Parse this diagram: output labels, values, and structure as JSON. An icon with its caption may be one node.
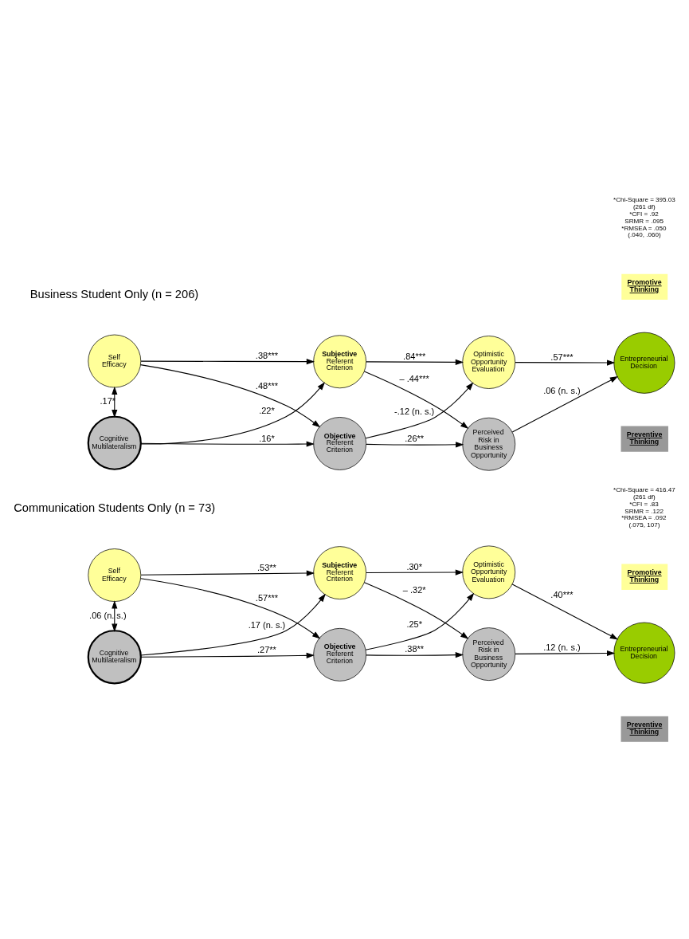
{
  "diagram": {
    "nodes": [
      {
        "text": [
          "Self Efficacy"
        ]
      },
      {
        "text": [
          "Cognitive Multilateralism"
        ]
      },
      {
        "text": [
          "Subjective",
          "Referent Criterion"
        ]
      },
      {
        "text": [
          "Objective",
          "Referent Criterion"
        ]
      },
      {
        "text": [
          "Optimistic Opportunity Evaluation"
        ]
      },
      {
        "text": [
          "Perceived Risk in Business Opportunity"
        ]
      },
      {
        "text": [
          "Entrepreneurial Decision"
        ]
      },
      {
        "text": [
          "Self Efficacy"
        ]
      },
      {
        "text": [
          "Cognitive Multilateralism"
        ]
      },
      {
        "text": [
          "Subjective",
          "Referent Criterion"
        ]
      },
      {
        "text": [
          "Objective",
          "Referent Criterion"
        ]
      },
      {
        "text": [
          "Optimistic Opportunity Evaluation"
        ]
      },
      {
        "text": [
          "Perceived Risk in Business Opportunity"
        ]
      },
      {
        "text": [
          "Entrepreneurial Decision"
        ]
      }
    ],
    "edges": [
      {
        "from": 0,
        "to": 2,
        "arrow": "to",
        "label": ".38***"
      },
      {
        "from": 0,
        "to": 3,
        "arrow": "to",
        "label": ".48***"
      },
      {
        "from": 0,
        "to": 1,
        "arrow": "both",
        "label": ".17*"
      },
      {
        "from": 1,
        "to": 2,
        "arrow": "to",
        "label": ".22*"
      },
      {
        "from": 1,
        "to": 3,
        "arrow": "to",
        "label": ".16*"
      },
      {
        "from": 2,
        "to": 4,
        "arrow": "to",
        "label": ".84***"
      },
      {
        "from": 2,
        "to": 5,
        "arrow": "to",
        "label": "– .44***"
      },
      {
        "from": 3,
        "to": 4,
        "arrow": "to",
        "label": "-.12 (n. s.)"
      },
      {
        "from": 3,
        "to": 5,
        "arrow": "to",
        "label": ".26**"
      },
      {
        "from": 4,
        "to": 6,
        "arrow": "to",
        "label": ".57***"
      },
      {
        "from": 5,
        "to": 6,
        "arrow": "to",
        "label": ".06 (n. s.)"
      },
      {
        "from": 7,
        "to": 9,
        "arrow": "to",
        "label": ".53**"
      },
      {
        "from": 7,
        "to": 10,
        "arrow": "to",
        "label": ".57***"
      },
      {
        "from": 7,
        "to": 8,
        "arrow": "both",
        "label": ".06 (n. s.)"
      },
      {
        "from": 8,
        "to": 9,
        "arrow": "to",
        "label": ".17 (n. s.)"
      },
      {
        "from": 8,
        "to": 10,
        "arrow": "to",
        "label": ".27**"
      },
      {
        "from": 9,
        "to": 11,
        "arrow": "to",
        "label": ".30*"
      },
      {
        "from": 9,
        "to": 12,
        "arrow": "to",
        "label": "– .32*"
      },
      {
        "from": 10,
        "to": 11,
        "arrow": "to",
        "label": ".25*"
      },
      {
        "from": 10,
        "to": 12,
        "arrow": "to",
        "label": ".38**"
      },
      {
        "from": 11,
        "to": 13,
        "arrow": "to",
        "label": ".40***"
      },
      {
        "from": 12,
        "to": 13,
        "arrow": "to",
        "label": ".12 (n. s.)"
      }
    ],
    "labels": [
      "Business Student Only (n = 206)",
      "*Chi-Square = 395.03",
      "(261 df)",
      "*CFI = .92",
      "SRMR = .095",
      "*RMSEA = .050",
      "(.040, .060)",
      "Communication Students Only (n = 73)",
      "*Chi-Square = 416.47",
      "(261 df)",
      "*CFI = .83",
      "SRMR = .122",
      "*RMSEA = .092",
      "(.075, 107)"
    ],
    "legend": [
      {
        "text": "Promotive Thinking",
        "color": "#ffff99"
      },
      {
        "text": "Preventive Thinking",
        "color": "#999999"
      },
      {
        "text": "Promotive Thinking",
        "color": "#ffff99"
      },
      {
        "text": "Preventive Thinking",
        "color": "#999999"
      }
    ]
  }
}
